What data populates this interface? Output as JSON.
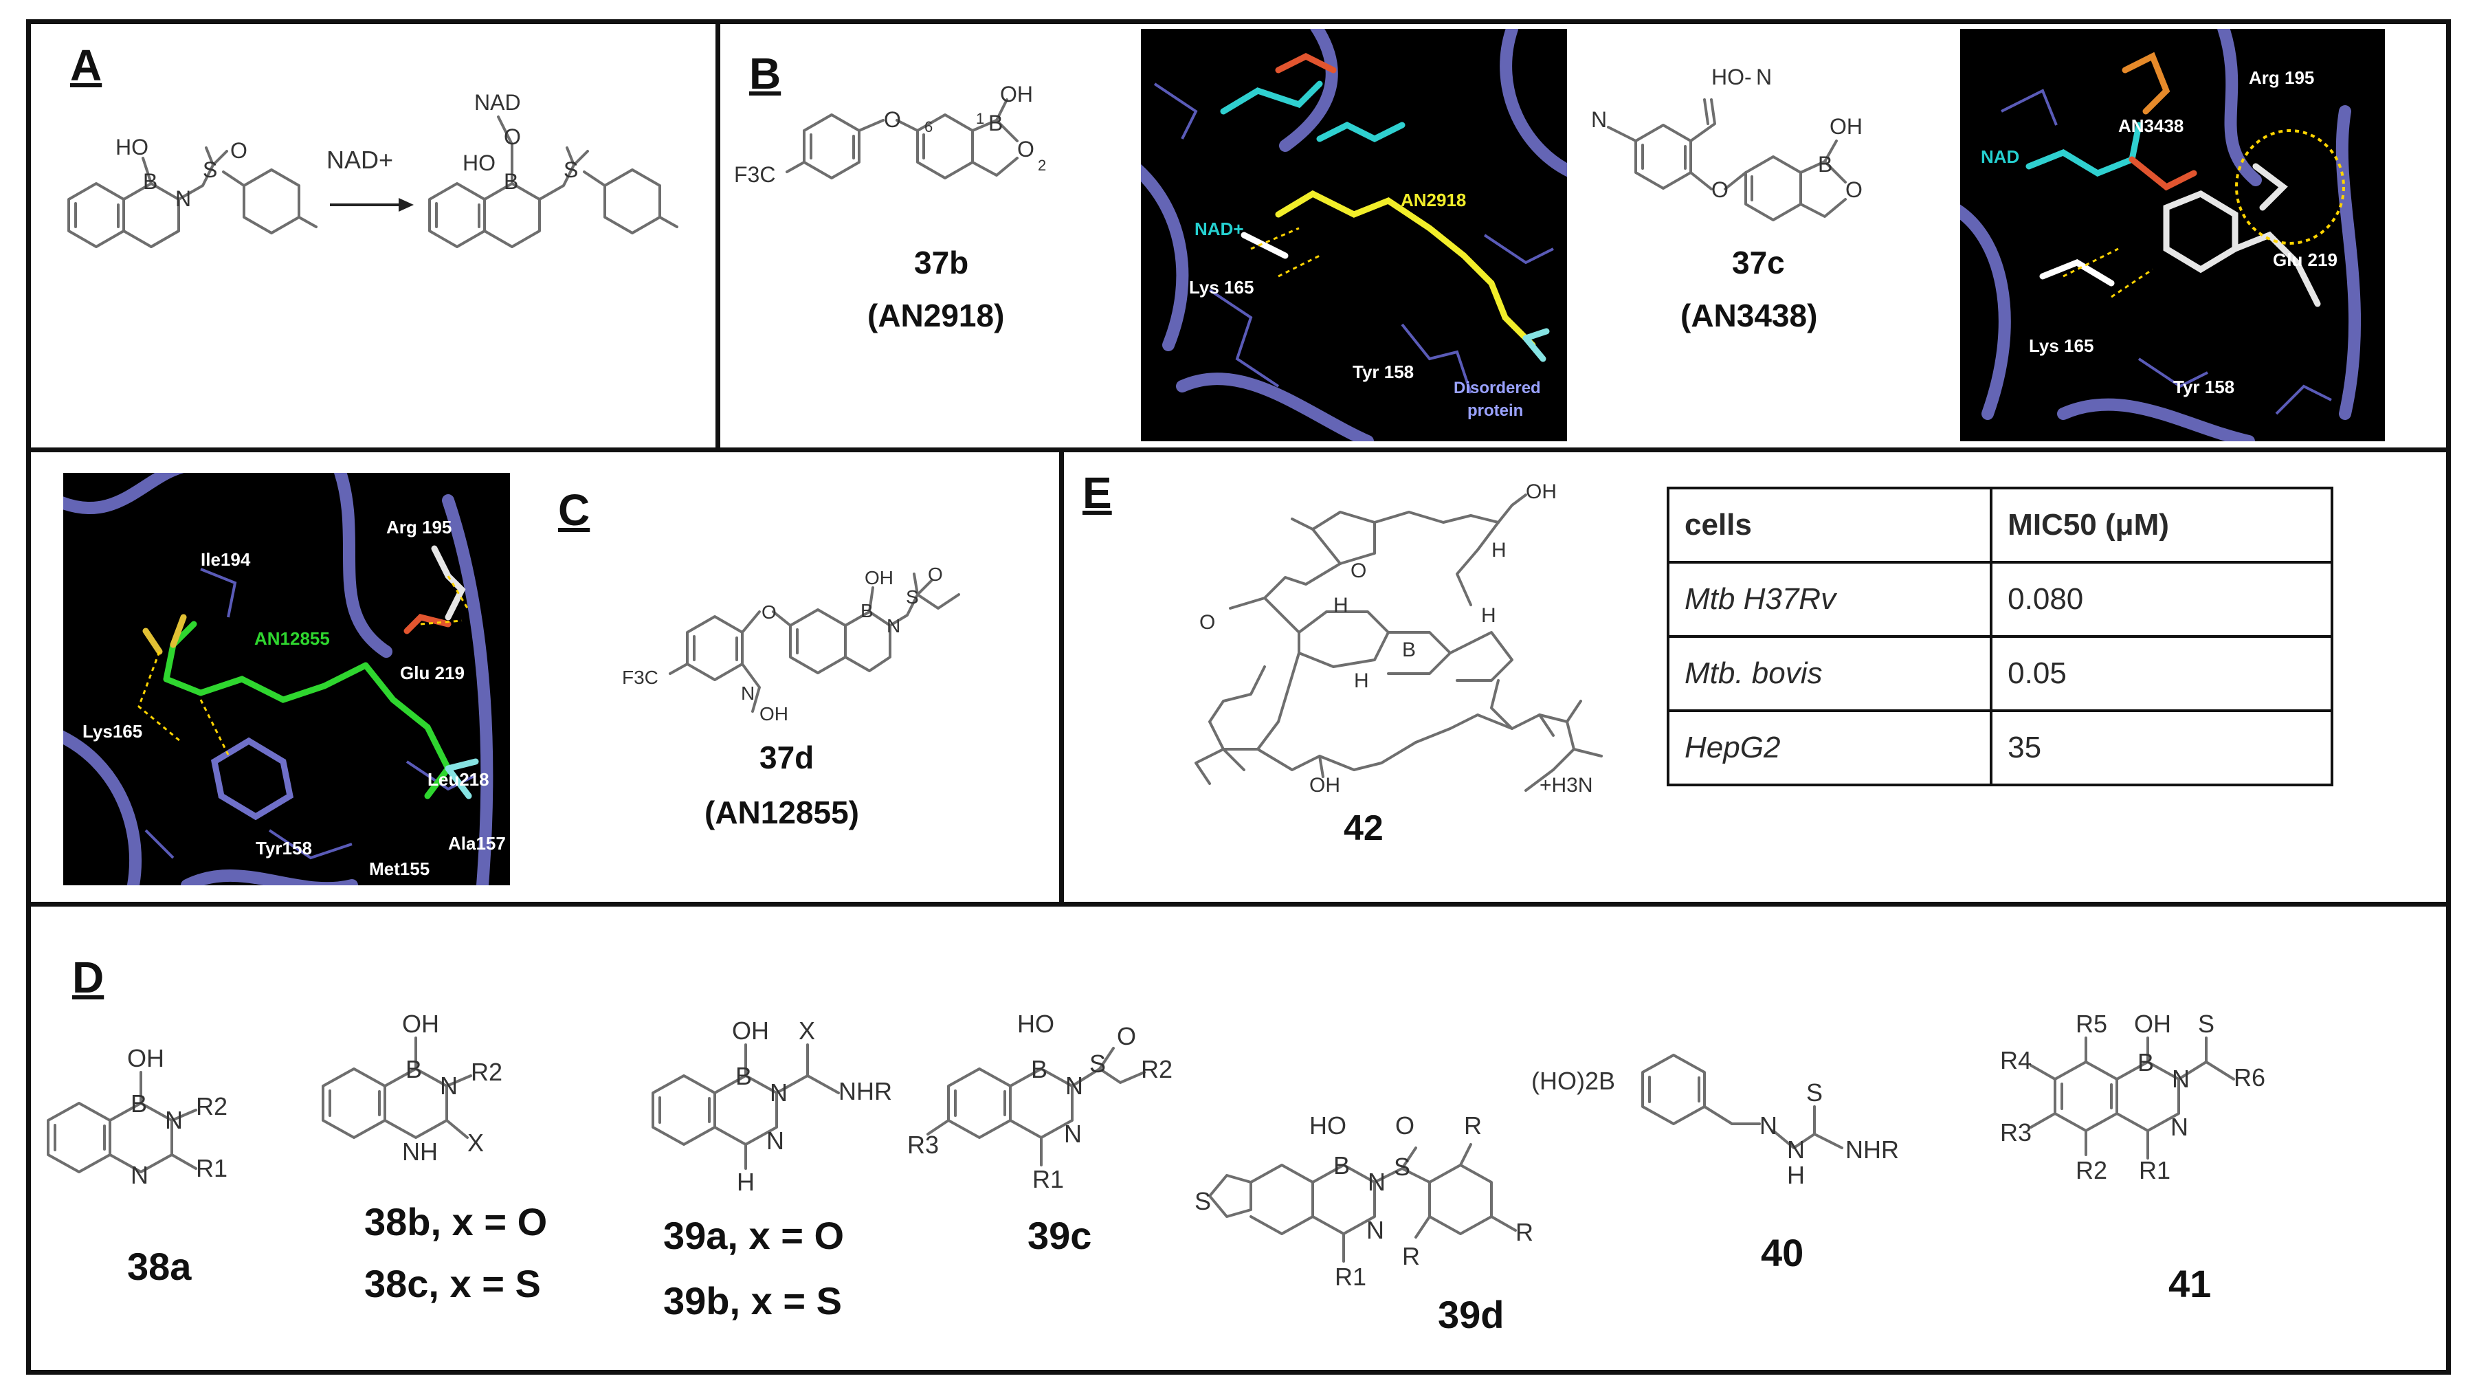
{
  "panels": {
    "A": {
      "letter": "A",
      "arrow_label": "NAD+",
      "labels": {
        "ho": "HO",
        "b": "B",
        "n": "N",
        "s": "S",
        "o": "O",
        "nad": "NAD",
        "ho2": "HO"
      }
    },
    "B": {
      "letter": "B",
      "cmpd_37b": {
        "num": "37b",
        "code": "(AN2918)",
        "labels": {
          "oh": "OH",
          "b": "B",
          "o_ring": "O",
          "o_ether": "O",
          "cf3": "F3C",
          "n1": "1",
          "n2": "2",
          "n6": "6"
        }
      },
      "cmpd_37c": {
        "num": "37c",
        "code": "(AN3438)",
        "labels": {
          "oxime": "HO",
          "n_ox": "N",
          "cn": "N",
          "oh": "OH",
          "b": "B",
          "o_ring": "O",
          "o_ether": "O"
        }
      },
      "img1_labels": {
        "nad": "NAD+",
        "an": "AN2918",
        "lys": "Lys 165",
        "tyr": "Tyr 158",
        "dis1": "Disordered",
        "dis2": "protein"
      },
      "img2_labels": {
        "nad": "NAD",
        "an": "AN3438",
        "arg": "Arg 195",
        "glu": "Glu 219",
        "lys": "Lys 165",
        "tyr": "Tyr 158"
      }
    },
    "C": {
      "letter": "C",
      "cmpd_37d": {
        "num": "37d",
        "code": "(AN12855)",
        "labels": {
          "oh": "OH",
          "b": "B",
          "n": "N",
          "s": "S",
          "o": "O",
          "cf3": "F3C",
          "oxime": "OH",
          "n_ox": "N"
        }
      },
      "img_labels": {
        "ile": "Ile194",
        "arg": "Arg 195",
        "an": "AN12855",
        "glu": "Glu 219",
        "lys": "Lys165",
        "leu": "Leu218",
        "tyr": "Tyr158",
        "ala": "Ala157",
        "met": "Met155"
      }
    },
    "D": {
      "letter": "D",
      "cmpd_38a": {
        "num": "38a",
        "labels": {
          "oh": "OH",
          "b": "B",
          "n1": "N",
          "n2": "N",
          "r1": "R1",
          "r2": "R2"
        }
      },
      "cmpd_38b": {
        "num": "38b, x = O",
        "num2": "38c,  x = S",
        "labels": {
          "oh": "OH",
          "b": "B",
          "n": "N",
          "nh": "NH",
          "x": "X",
          "r2": "R2"
        }
      },
      "cmpd_39a": {
        "num": "39a, x = O",
        "num2": "39b, x = S",
        "labels": {
          "oh": "OH",
          "b": "B",
          "n": "N",
          "x": "X",
          "nhr": "NHR",
          "h": "H"
        }
      },
      "cmpd_39c": {
        "num": "39c",
        "labels": {
          "ho": "HO",
          "b": "B",
          "n": "N",
          "s": "S",
          "o": "O",
          "r1": "R1",
          "r2": "R2",
          "r3": "R3"
        }
      },
      "cmpd_39d": {
        "num": "39d",
        "labels": {
          "ho": "HO",
          "b": "B",
          "n": "N",
          "s": "S",
          "o": "O",
          "r1": "R1",
          "r": "R",
          "th": "S"
        }
      },
      "cmpd_40": {
        "num": "40",
        "labels": {
          "boh": "(HO)2B",
          "n": "N",
          "s": "S",
          "nh": "N",
          "h": "H",
          "nhr": "NHR"
        }
      },
      "cmpd_41": {
        "num": "41",
        "labels": {
          "oh": "OH",
          "b": "B",
          "n": "N",
          "s": "S",
          "r1": "R1",
          "r2": "R2",
          "r3": "R3",
          "r4": "R4",
          "r5": "R5",
          "r6": "R6"
        }
      }
    },
    "E": {
      "letter": "E",
      "cmpd_42": {
        "num": "42",
        "labels": {
          "oh": "OH",
          "oh2": "OH",
          "b": "B",
          "h": "H",
          "o": "O",
          "amine": "+H3N"
        }
      },
      "table": {
        "header": [
          "cells",
          "MIC50 (μM)"
        ],
        "rows": [
          [
            "Mtb H37Rv",
            "0.080"
          ],
          [
            "Mtb. bovis",
            "0.05"
          ],
          [
            "HepG2",
            "35"
          ]
        ]
      }
    }
  }
}
